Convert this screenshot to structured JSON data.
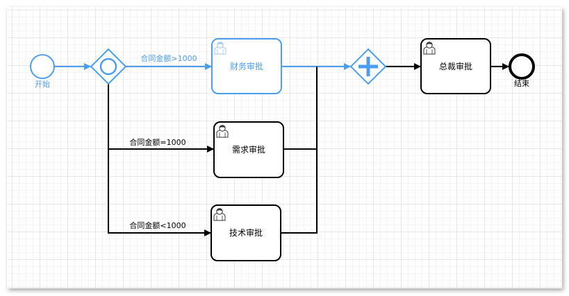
{
  "colors": {
    "selected": "#4a9ef0",
    "default": "#000000",
    "label_selected": "#4a9ef0",
    "label_default": "#000000"
  },
  "diagram": {
    "start_event": {
      "label": "开始",
      "icon": "start-event-circle"
    },
    "end_event": {
      "label": "结束",
      "icon": "end-event-circle"
    },
    "exclusive_gateway": {
      "icon": "inclusive-gateway-circle"
    },
    "parallel_gateway": {
      "icon": "parallel-gateway-plus"
    },
    "tasks": {
      "finance": {
        "label": "财务审批",
        "icon": "user-icon"
      },
      "demand": {
        "label": "需求审批",
        "icon": "user-icon"
      },
      "tech": {
        "label": "技术审批",
        "icon": "user-icon"
      },
      "ceo": {
        "label": "总裁审批",
        "icon": "user-icon"
      }
    },
    "flows": {
      "gt": {
        "label": "合同金额>1000"
      },
      "eq": {
        "label": "合同金额=1000"
      },
      "lt": {
        "label": "合同金额<1000"
      }
    }
  }
}
